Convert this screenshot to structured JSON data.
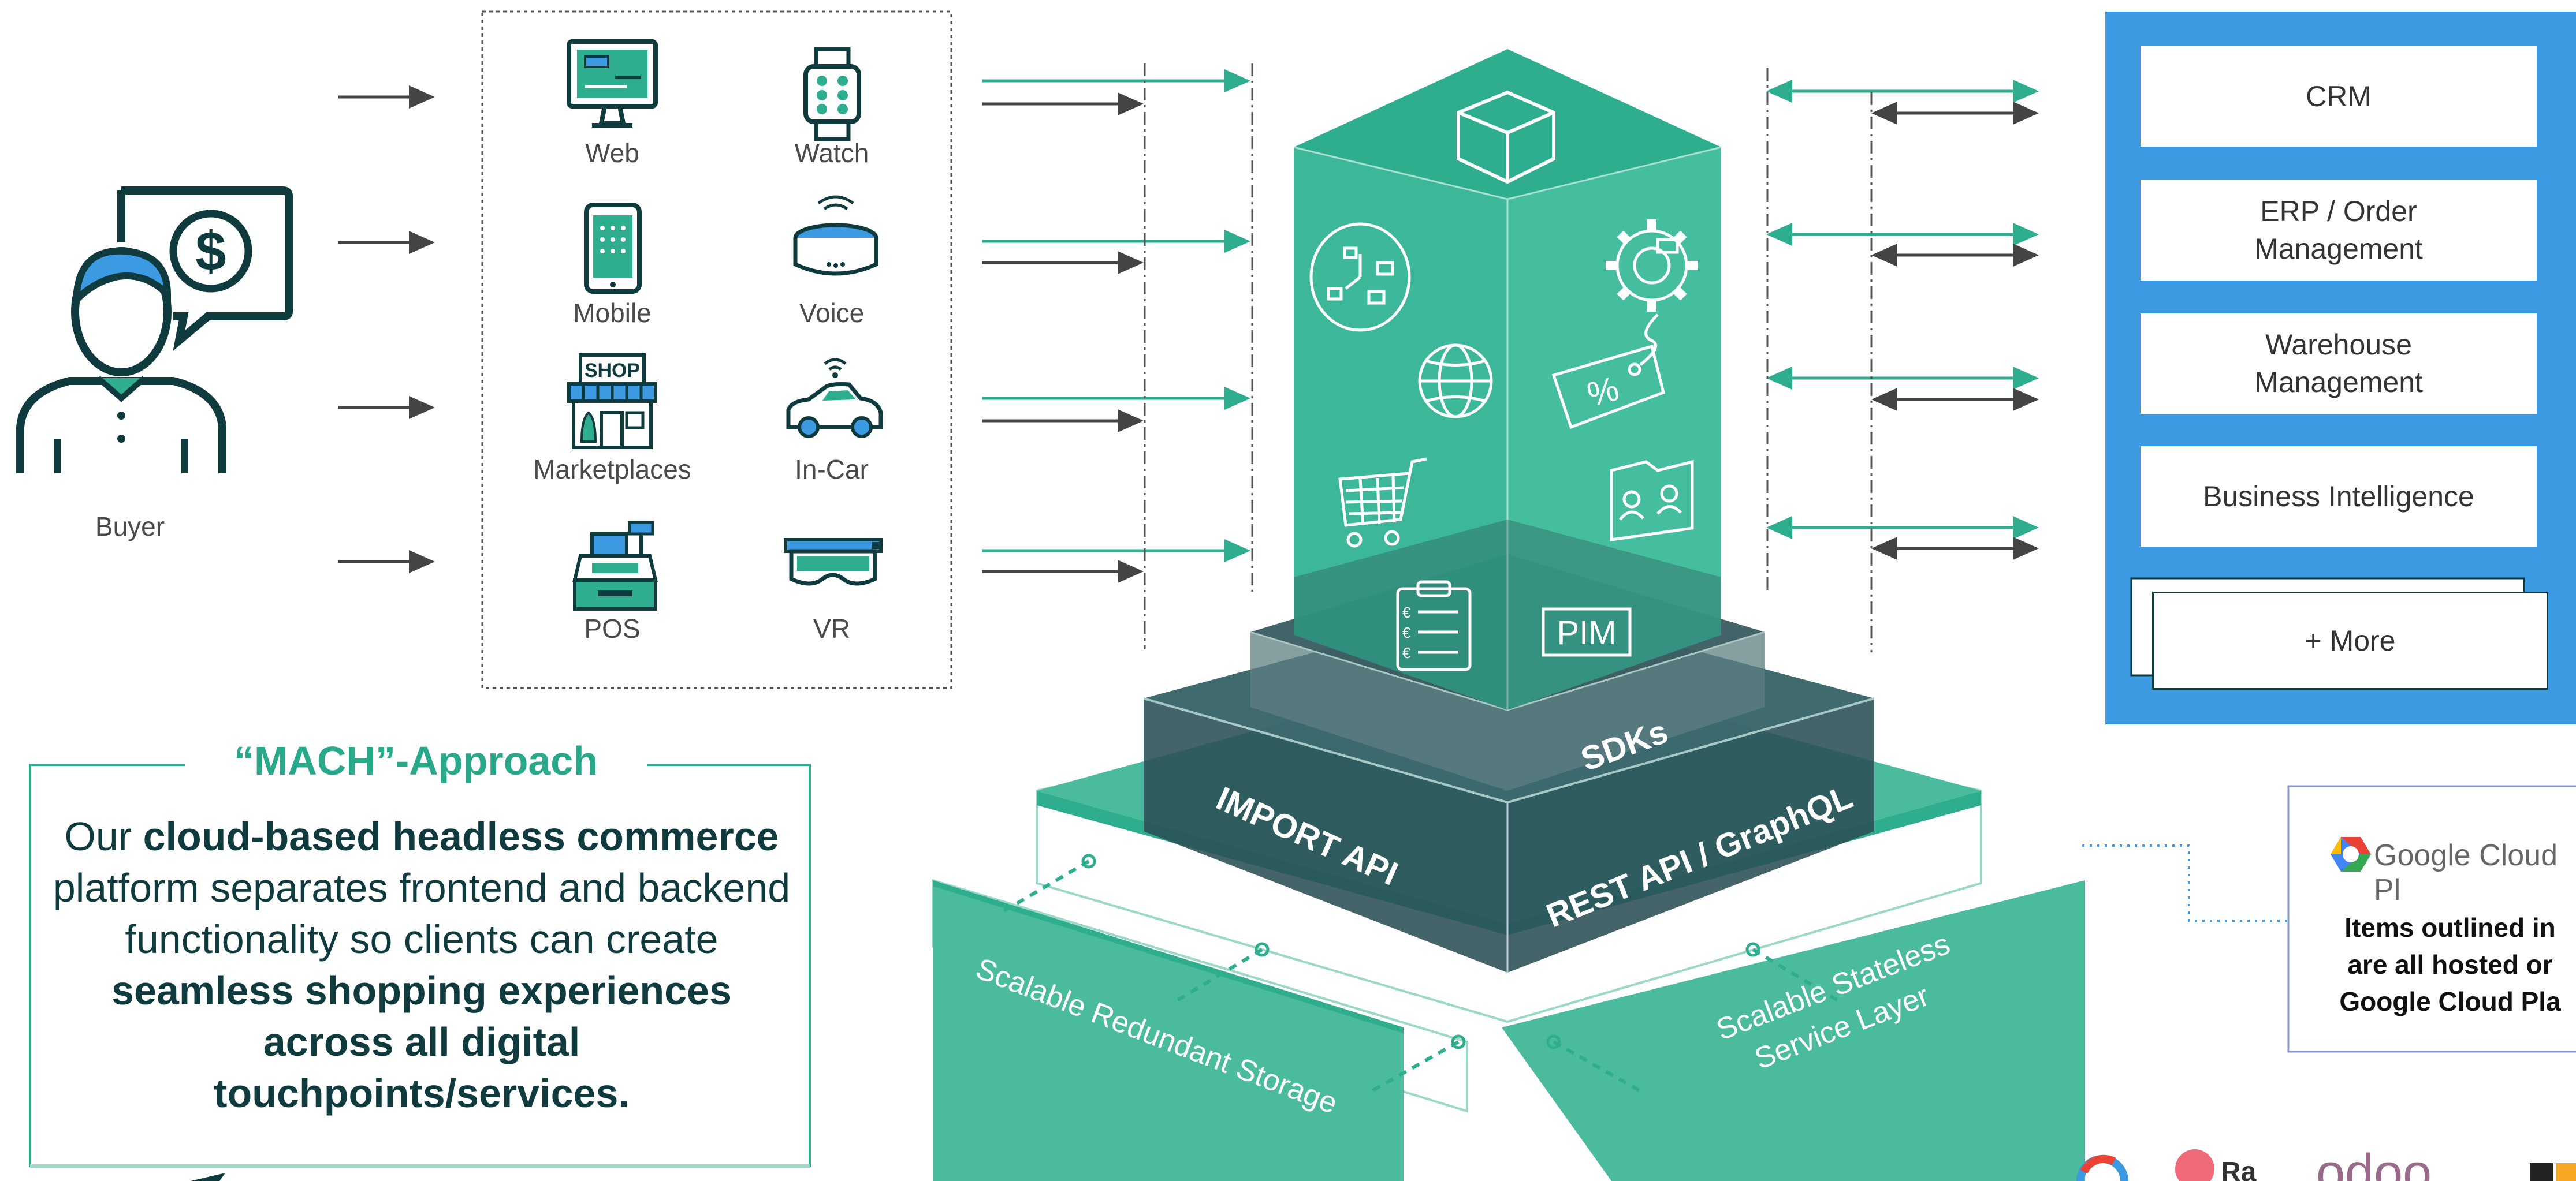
{
  "buyer": {
    "label": "Buyer"
  },
  "touchpoints": [
    {
      "label": "Web",
      "icon": "monitor-icon"
    },
    {
      "label": "Watch",
      "icon": "smartwatch-icon"
    },
    {
      "label": "Mobile",
      "icon": "smartphone-icon"
    },
    {
      "label": "Voice",
      "icon": "smart-speaker-icon"
    },
    {
      "label": "Marketplaces",
      "icon": "shop-icon"
    },
    {
      "label": "In-Car",
      "icon": "connected-car-icon"
    },
    {
      "label": "POS",
      "icon": "cash-register-icon"
    },
    {
      "label": "VR",
      "icon": "vr-headset-icon"
    }
  ],
  "platform": {
    "layers": {
      "sdks": "SDKs",
      "import_api": "IMPORT API",
      "rest_api": "REST API / GraphQL",
      "storage": "Scalable Redundant Storage",
      "service_layer_line1": "Scalable Stateless",
      "service_layer_line2": "Service Layer"
    },
    "pim_label": "PIM",
    "cube_icons": [
      "cube-icon",
      "clock-icon",
      "globe-icon",
      "shopping-cart-icon",
      "gear-icon",
      "price-tag-icon",
      "customer-folder-icon",
      "clipboard-icon",
      "pim-icon"
    ]
  },
  "systems": [
    {
      "label": "CRM"
    },
    {
      "label": "ERP / Order\nManagement"
    },
    {
      "label": "Warehouse\nManagement"
    },
    {
      "label": "Business Intelligence"
    },
    {
      "label": "+ More"
    }
  ],
  "mach": {
    "title": "“MACH”-Approach",
    "text_parts": [
      {
        "t": "Our ",
        "b": false
      },
      {
        "t": "cloud-based headless commerce",
        "b": true
      },
      {
        "t": " platform separates frontend and backend functionality so clients can create ",
        "b": false
      },
      {
        "t": "seamless shopping experiences across all digital touchpoints/services.",
        "b": true
      }
    ]
  },
  "google_cloud": {
    "logo_text": "Google Cloud Pl",
    "text": "Items outlined in\nare all hosted or\nGoogle Cloud Pla"
  },
  "colors": {
    "teal": "#2fae8f",
    "teal_light": "#4bbb9d",
    "dark_slate": "#2b4f55",
    "blue": "#3b9ae1",
    "arrow_dark": "#444444",
    "navy_text": "#0f3b3f"
  }
}
